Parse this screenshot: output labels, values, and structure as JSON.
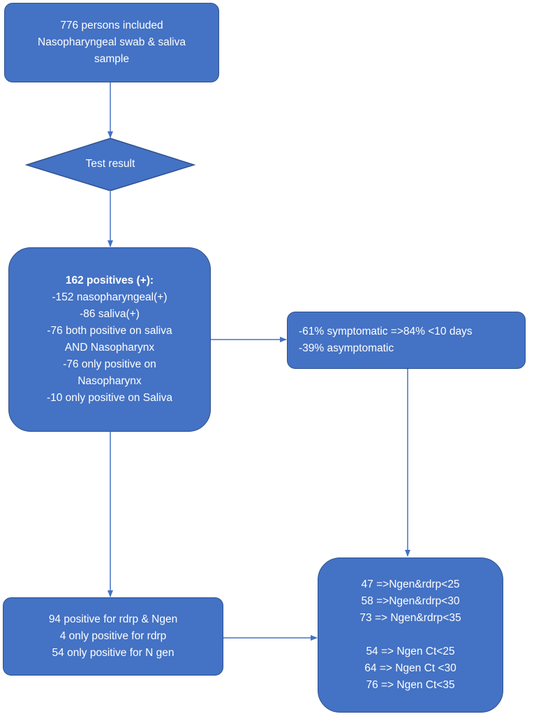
{
  "nodes": {
    "start": {
      "lines": [
        "776  persons included",
        "Nasopharyngeal swab & saliva",
        "sample"
      ]
    },
    "decision": {
      "label": "Test result"
    },
    "positives": {
      "title": "162  positives (+):",
      "lines": [
        "-152  nasopharyngeal(+)",
        "-86  saliva(+)",
        "-76  both positive on saliva",
        "AND Nasopharynx",
        "-76  only positive on",
        "Nasopharynx",
        "-10  only  positive on Saliva"
      ]
    },
    "symptoms": {
      "lines": [
        "-61% symptomatic =>84% <10  days",
        "-39%  asymptomatic"
      ]
    },
    "rdrp_ngen": {
      "lines": [
        "94   positive for rdrp & Ngen",
        "4  only positive for rdrp",
        "54  only positive for N gen"
      ]
    },
    "ct_values": {
      "group1": [
        "47 =>Ngen&rdrp<25",
        "58 =>Ngen&rdrp<30",
        "73  => Ngen&rdrp<35"
      ],
      "group2": [
        "54  => Ngen Ct<25",
        "64  => Ngen Ct <30",
        "76  => Ngen Ct<35"
      ]
    }
  },
  "colors": {
    "fill": "#4472c4",
    "stroke": "#2f528f",
    "text": "#ffffff",
    "arrow": "#4472c4"
  }
}
